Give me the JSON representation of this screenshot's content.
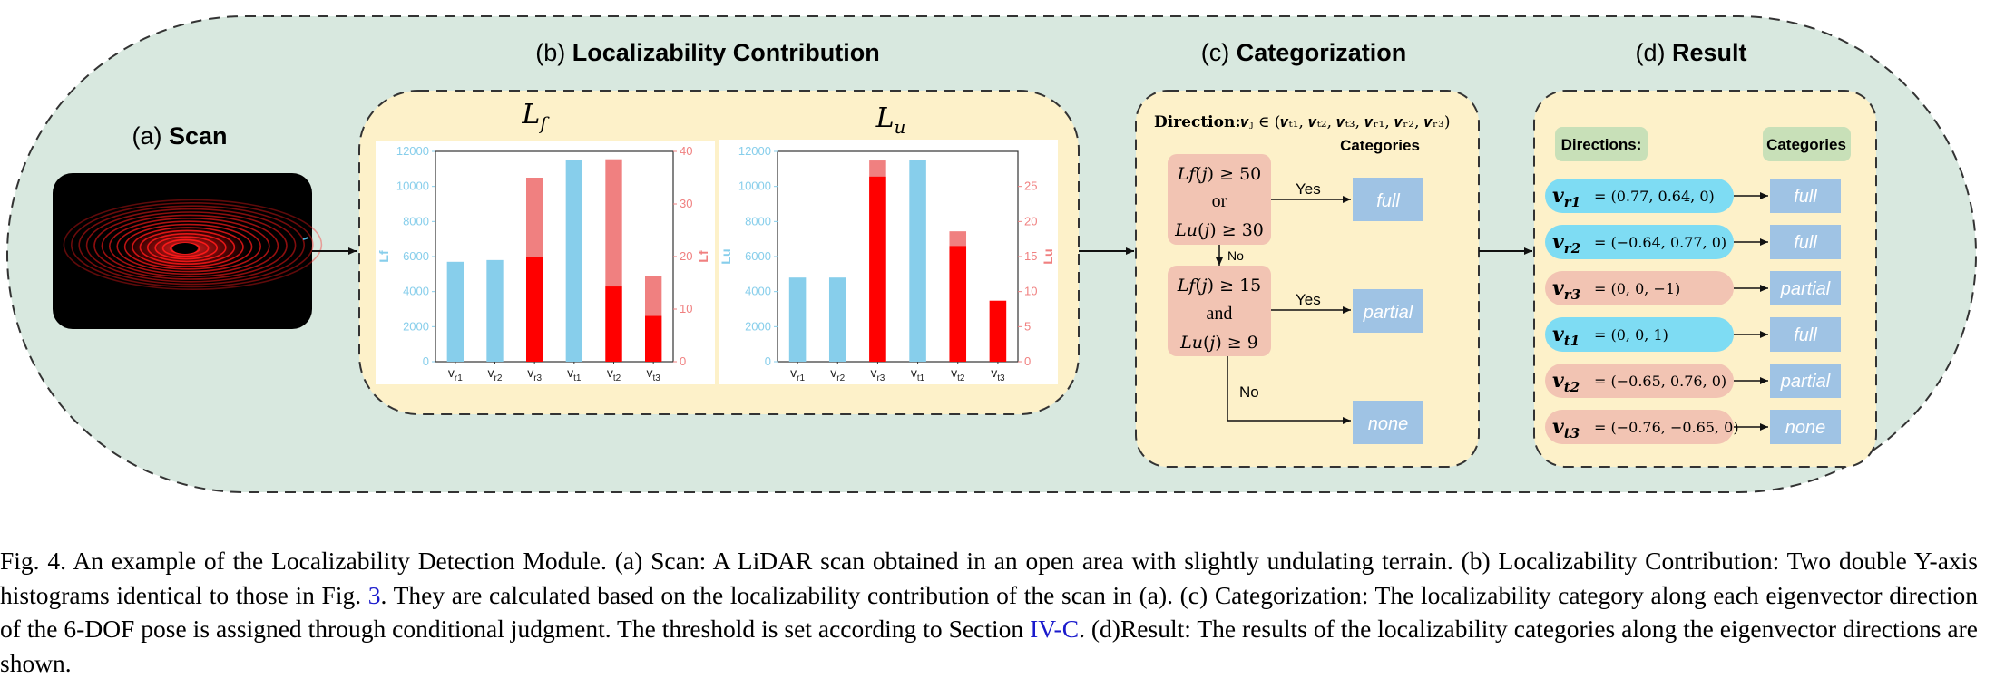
{
  "panels": {
    "scan": {
      "tag": "(a)",
      "title": "Scan"
    },
    "contribution": {
      "tag": "(b)",
      "title": "Localizability Contribution"
    },
    "categorization": {
      "tag": "(c)",
      "title": "Categorization"
    },
    "result": {
      "tag": "(d)",
      "title": "Result"
    }
  },
  "colors": {
    "outer_bg": "#d8e8df",
    "panel_bg": "#fdf1c9",
    "blue": "#87ceeb",
    "red": "#ff0000",
    "light_red": "#f08080",
    "box_pink": "#f2c4b3",
    "label_green": "#c8e0b8",
    "cat_blue": "#9fc3e4",
    "dir_cyan": "#7edcf3"
  },
  "chart_data": [
    {
      "type": "bar",
      "title": "L_f",
      "categories": [
        "v_r1",
        "v_r2",
        "v_r3",
        "v_t1",
        "v_t2",
        "v_t3"
      ],
      "series": [
        {
          "name": "Lf",
          "axis": "left",
          "values": [
            5700,
            5800,
            null,
            11500,
            null,
            null
          ]
        },
        {
          "name": "Lf",
          "axis": "right",
          "values": [
            null,
            null,
            20,
            null,
            14.3,
            8.7
          ]
        },
        {
          "name": "Lf",
          "axis": "right",
          "stack_to": [
            null,
            null,
            35,
            null,
            38.5,
            16.3
          ]
        }
      ],
      "ylabel": "Lf",
      "y2label": "Lf",
      "ylim": [
        0,
        12000
      ],
      "y2lim": [
        0,
        40
      ],
      "yticks": [
        0,
        2000,
        4000,
        6000,
        8000,
        10000,
        12000
      ],
      "y2ticks": [
        0,
        10,
        20,
        30,
        40
      ]
    },
    {
      "type": "bar",
      "title": "L_u",
      "categories": [
        "v_r1",
        "v_r2",
        "v_r3",
        "v_t1",
        "v_t2",
        "v_t3"
      ],
      "series": [
        {
          "name": "Lu",
          "axis": "left",
          "values": [
            4800,
            4800,
            null,
            11500,
            null,
            null
          ]
        },
        {
          "name": "Lu",
          "axis": "right",
          "values": [
            null,
            null,
            26.4,
            null,
            16.5,
            8.7
          ]
        },
        {
          "name": "Lu",
          "axis": "right",
          "stack_to": [
            null,
            null,
            28.7,
            null,
            18.6,
            null
          ]
        }
      ],
      "ylabel": "Lu",
      "y2label": "Lu",
      "ylim": [
        0,
        12000
      ],
      "y2lim": [
        0,
        30
      ],
      "yticks": [
        0,
        2000,
        4000,
        6000,
        8000,
        10000,
        12000
      ],
      "y2ticks": [
        0,
        5,
        10,
        15,
        20,
        25
      ]
    }
  ],
  "tick_labels": [
    {
      "base": "v",
      "sub": "r1"
    },
    {
      "base": "v",
      "sub": "r2"
    },
    {
      "base": "v",
      "sub": "r3"
    },
    {
      "base": "v",
      "sub": "t1"
    },
    {
      "base": "v",
      "sub": "t2"
    },
    {
      "base": "v",
      "sub": "t3"
    }
  ],
  "categorization": {
    "direction_label": "Direction:",
    "direction_expr": "𝒗ⱼ ∈ (𝒗ₜ₁, 𝒗ₜ₂, 𝒗ₜ₃, 𝒗ᵣ₁, 𝒗ᵣ₂, 𝒗ᵣ₃)",
    "categories_label": "Categories",
    "cond1": [
      "𝐿𝑓(𝑗) ≥ 50",
      "or",
      "𝐿𝑢(𝑗) ≥ 30"
    ],
    "cond2": [
      "𝐿𝑓(𝑗) ≥ 15",
      "and",
      "𝐿𝑢(𝑗) ≥ 9"
    ],
    "yes1": "Yes",
    "yes2": "Yes",
    "no1": "No",
    "no2": "No",
    "out1": "full",
    "out2": "partial",
    "out3": "none"
  },
  "result": {
    "directions_label": "Directions:",
    "categories_label": "Categories",
    "rows": [
      {
        "vec": "𝒗",
        "sub": "r1",
        "value": "= (0.77, 0.64, 0)",
        "category": "full",
        "kind": "cyan"
      },
      {
        "vec": "𝒗",
        "sub": "r2",
        "value": "= (−0.64, 0.77, 0)",
        "category": "full",
        "kind": "cyan"
      },
      {
        "vec": "𝒗",
        "sub": "r3",
        "value": "= (0, 0, −1)",
        "category": "partial",
        "kind": "pink"
      },
      {
        "vec": "𝒗",
        "sub": "t1",
        "value": "= (0, 0, 1)",
        "category": "full",
        "kind": "cyan"
      },
      {
        "vec": "𝒗",
        "sub": "t2",
        "value": "= (−0.65, 0.76, 0)",
        "category": "partial",
        "kind": "pink"
      },
      {
        "vec": "𝒗",
        "sub": "t3",
        "value": "= (−0.76, −0.65, 0)",
        "category": "none",
        "kind": "pink"
      }
    ]
  },
  "caption": {
    "p1": "Fig. 4.  An example of the Localizability Detection Module. (a) Scan: A LiDAR scan obtained in an open area with slightly undulating terrain. (b) Localizability Contribution: Two double Y-axis histograms identical to those in Fig. ",
    "fig_ref": "3",
    "p2": ". They are calculated based on the localizability contribution of the scan in (a). (c) Categorization: The localizability category along each eigenvector direction of the 6-DOF pose is assigned through conditional judgment. The threshold is set according to Section ",
    "sec_ref": "IV-C",
    "p3": ". (d)Result: The results of the localizability categories along the eigenvector directions are shown."
  }
}
